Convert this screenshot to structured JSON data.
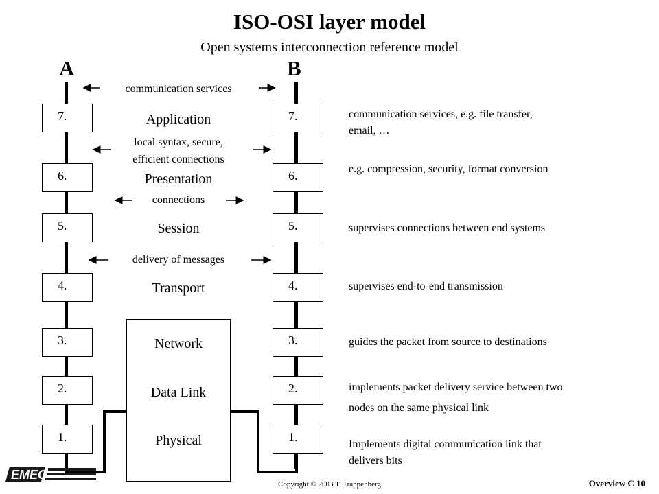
{
  "title": "ISO-OSI layer model",
  "subtitle": "Open systems interconnection reference model",
  "side_a": "A",
  "side_b": "B",
  "layer_numbers": [
    "7.",
    "6.",
    "5.",
    "4.",
    "3.",
    "2.",
    "1."
  ],
  "services": {
    "communication": "communication services",
    "local_syntax_1": "local syntax, secure,",
    "local_syntax_2": "efficient connections",
    "connections": "connections",
    "delivery": "delivery of messages"
  },
  "layers": {
    "application": "Application",
    "presentation": "Presentation",
    "session": "Session",
    "transport": "Transport",
    "network": "Network",
    "data_link": "Data Link",
    "physical": "Physical"
  },
  "descriptions": {
    "application_1": "communication services, e.g. file transfer,",
    "application_2": "email, …",
    "presentation": "e.g. compression, security, format conversion",
    "session": "supervises connections between end systems",
    "transport": "supervises end-to-end transmission",
    "network": "guides the packet from source to destinations",
    "data_link_1": "implements packet delivery service between two",
    "data_link_2": "nodes on the same physical link",
    "physical_1": "Implements digital communication link that",
    "physical_2": "delivers bits"
  },
  "footer": {
    "copyright": "Copyright © 2003 T. Trappenberg",
    "overview": "Overview  C 10",
    "logo_text": "EMEC"
  }
}
